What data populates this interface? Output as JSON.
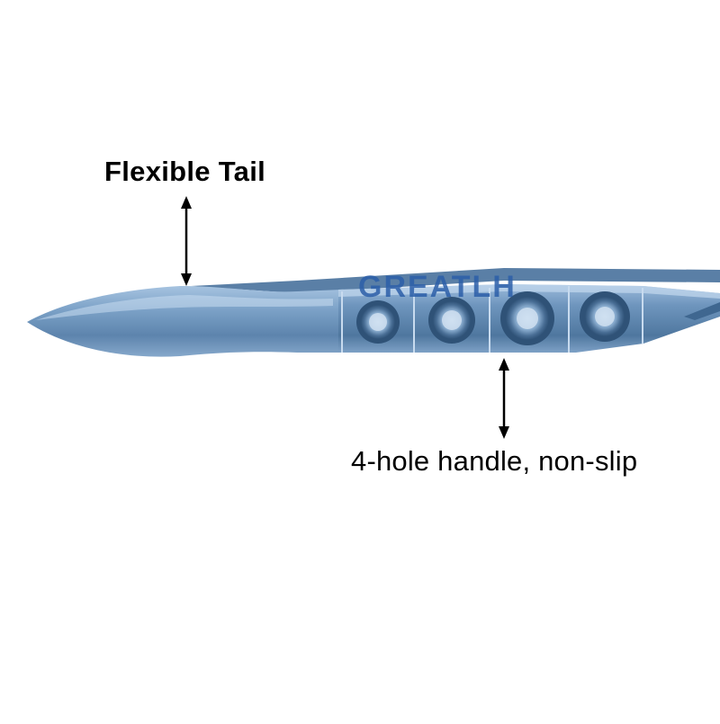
{
  "labels": {
    "tail": "Flexible Tail",
    "handle": "4-hole handle, non-slip"
  },
  "brand": {
    "watermark": "GREATLH"
  },
  "colors": {
    "instrument_main": "#6f97bf",
    "instrument_light": "#a9c6e4",
    "instrument_dark": "#3f6790",
    "watermark": "#2b5ea8",
    "arrow": "#000000",
    "background": "#ffffff"
  }
}
